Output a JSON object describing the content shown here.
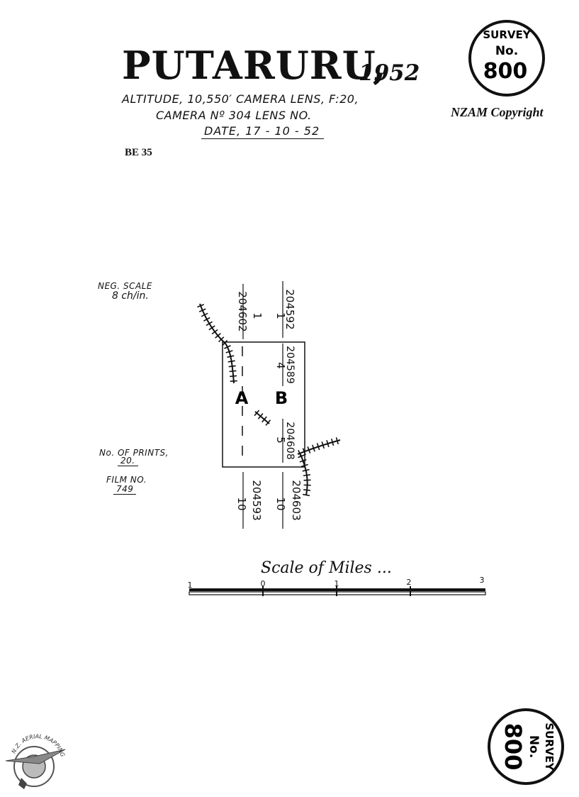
{
  "header": {
    "title": "PUTARURU,",
    "year": "1952",
    "altitude_line": "ALTITUDE, 10,550′  CAMERA LENS, F:20,",
    "camera_line": "CAMERA Nº 304   LENS NO.",
    "date_line": "DATE, 17 - 10 - 52",
    "copyright": "NZAM Copyright",
    "ref": "BE 35"
  },
  "stamp_top": {
    "line1": "SURVEY",
    "line2": "No.",
    "number": "800"
  },
  "stamp_bottom": {
    "line1": "SURVEY",
    "line2": "No.",
    "number": "800"
  },
  "map": {
    "neg_scale_label": "NEG. SCALE",
    "neg_scale_value": "8 ch/in.",
    "prints_label": "No. OF PRINTS,",
    "prints_value": "20.",
    "film_label": "FILM  NO.",
    "film_value": "749",
    "run_a_label": "A",
    "run_b_label": "B",
    "top_a_frame": "1",
    "top_a_ref": "204602",
    "top_b_frame": "1",
    "top_b_ref": "204592",
    "mid_upper_frame": "4",
    "mid_upper_ref": "204589",
    "mid_lower_frame": "5",
    "mid_lower_ref": "204608",
    "bottom_a_frame": "10",
    "bottom_a_ref": "204593",
    "bottom_b_frame": "10",
    "bottom_b_ref": "204603"
  },
  "scale_bar": {
    "title": "Scale of Miles ...",
    "ticks": [
      "1",
      "0",
      "1",
      "2",
      "3"
    ]
  },
  "logo": {
    "text": "N.Z. AERIAL MAPPING LTD."
  }
}
